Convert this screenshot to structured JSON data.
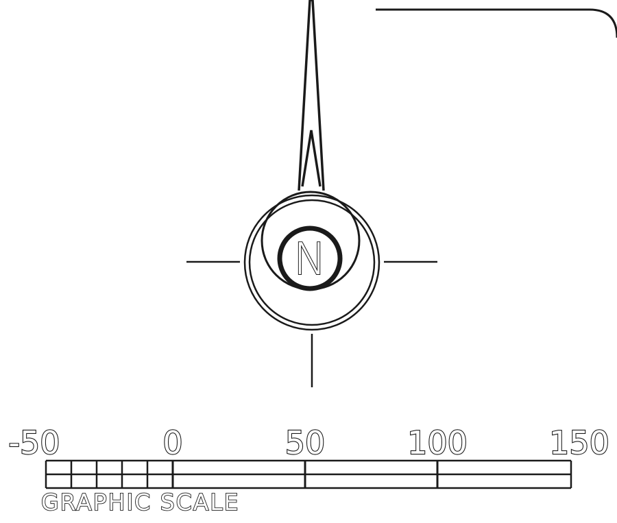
{
  "north_arrow": {
    "letter": "N"
  },
  "graphic_scale": {
    "tick_labels": [
      "-50",
      "0",
      "50",
      "100",
      "150"
    ],
    "tick_values": [
      -50,
      0,
      50,
      100,
      150
    ],
    "minor_subdivisions": 5,
    "caption": "GRAPHIC SCALE"
  }
}
